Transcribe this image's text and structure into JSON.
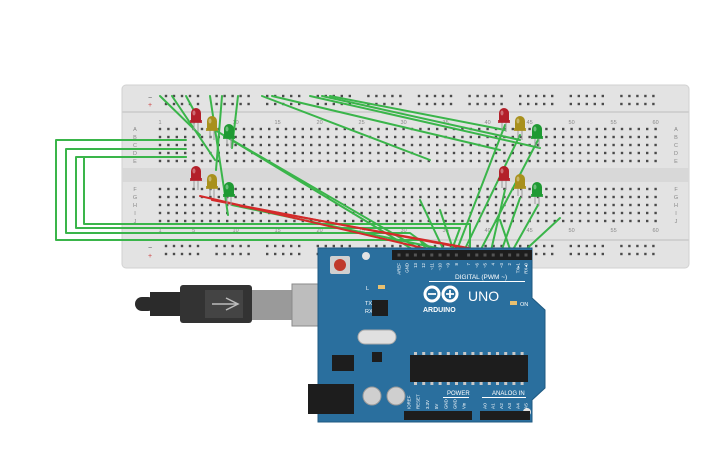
{
  "breadboard": {
    "top_numbers": [
      "1",
      "5",
      "10",
      "15",
      "20",
      "25",
      "30",
      "35",
      "40",
      "45",
      "50",
      "55",
      "60"
    ],
    "bottom_numbers": [
      "1",
      "5",
      "10",
      "15",
      "20",
      "25",
      "30",
      "35",
      "40",
      "45",
      "50",
      "55",
      "60"
    ],
    "left_rows": [
      "A",
      "B",
      "C",
      "D",
      "E",
      "F",
      "G",
      "H",
      "I",
      "J"
    ],
    "right_rows": [
      "A",
      "B",
      "C",
      "D",
      "E",
      "F",
      "G",
      "H",
      "I",
      "J"
    ],
    "rail_minus": "−",
    "rail_plus": "+"
  },
  "arduino": {
    "logo_text": "ARDUINO",
    "model": "UNO",
    "digital_label": "DIGITAL (PWM ~)",
    "power_label": "POWER",
    "analog_label": "ANALOG IN",
    "on_label": "ON",
    "l_label": "L",
    "tx_label": "TX",
    "rx_label": "RX",
    "digital_pins": [
      "AREF",
      "GND",
      "13",
      "12",
      "~11",
      "~10",
      "~9",
      "8",
      "7",
      "~6",
      "~5",
      "4",
      "~3",
      "2",
      "TX▸1",
      "RX◂0"
    ],
    "power_pins": [
      "IOREF",
      "RESET",
      "3.3V",
      "5V",
      "GND",
      "GND",
      "Vin"
    ],
    "analog_pins": [
      "A0",
      "A1",
      "A2",
      "A3",
      "A4",
      "A5"
    ]
  },
  "leds": [
    {
      "id": "led-red-1",
      "color": "red"
    },
    {
      "id": "led-yellow-1",
      "color": "yellow"
    },
    {
      "id": "led-green-1",
      "color": "green"
    },
    {
      "id": "led-red-2",
      "color": "red"
    },
    {
      "id": "led-yellow-2",
      "color": "yellow"
    },
    {
      "id": "led-green-2",
      "color": "green"
    },
    {
      "id": "led-red-3",
      "color": "red"
    },
    {
      "id": "led-yellow-3",
      "color": "yellow"
    },
    {
      "id": "led-green-3",
      "color": "green"
    },
    {
      "id": "led-red-4",
      "color": "red"
    },
    {
      "id": "led-yellow-4",
      "color": "yellow"
    },
    {
      "id": "led-green-4",
      "color": "green"
    }
  ],
  "colors": {
    "board": "#2a6f9e",
    "board_dark": "#1f5a82",
    "breadboard": "#e3e3e3",
    "wire_green": "#3ab54a",
    "wire_red": "#d42a2a",
    "led_red": "#b3202a",
    "led_yellow": "#a8901c",
    "led_green": "#1e9a33",
    "usb_gray": "#9a9a9a",
    "cable_black": "#2b2b2b"
  }
}
